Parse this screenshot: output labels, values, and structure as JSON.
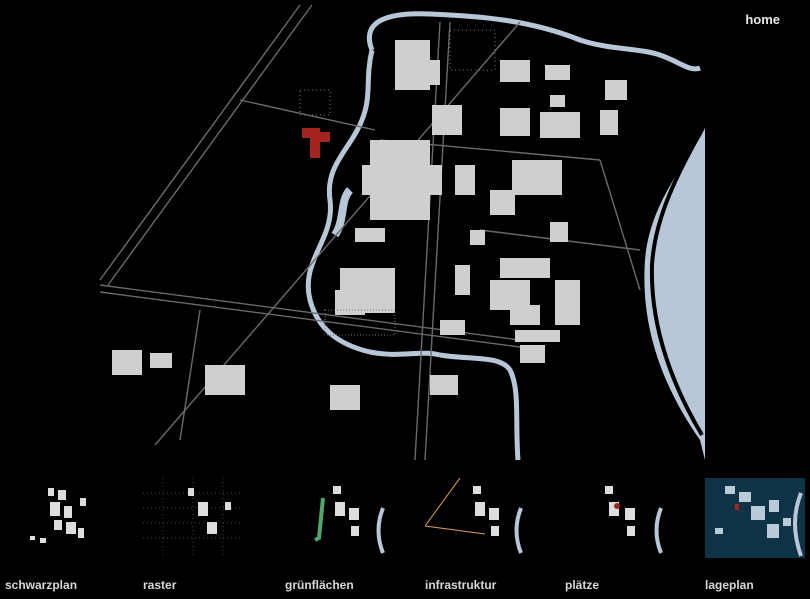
{
  "nav": {
    "home": "home"
  },
  "colors": {
    "background": "#000000",
    "buildings": "#cfcfcf",
    "roads": "#6a6a6a",
    "water": "#b8c7d8",
    "highlight": "#a3241e",
    "green": "#4fa86a",
    "infrastructure": "#e0a04a",
    "lageplan_bg": "#0e3347"
  },
  "thumbnails": [
    {
      "key": "schwarzplan",
      "label": "schwarzplan"
    },
    {
      "key": "raster",
      "label": "raster"
    },
    {
      "key": "gruenflaechen",
      "label": "grünflächen"
    },
    {
      "key": "infrastruktur",
      "label": "infrastruktur"
    },
    {
      "key": "plaetze",
      "label": "plätze"
    },
    {
      "key": "lageplan",
      "label": "lageplan"
    }
  ]
}
